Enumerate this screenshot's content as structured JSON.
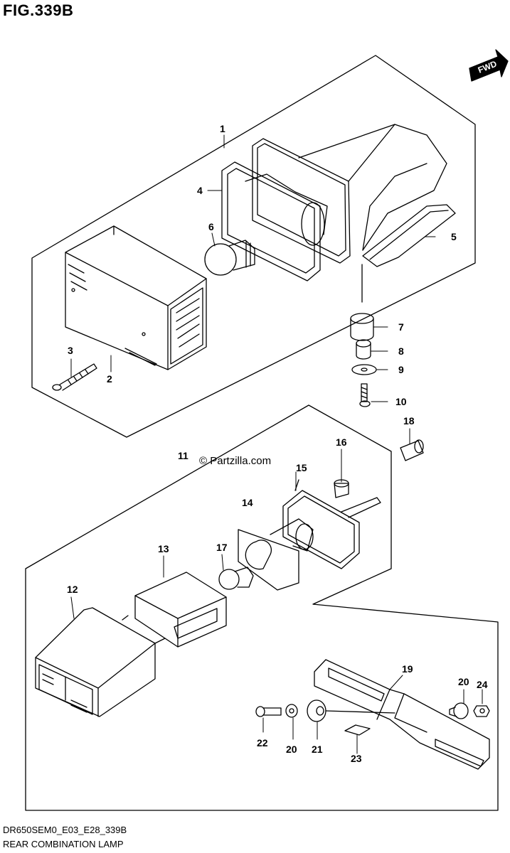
{
  "figure": {
    "title": "FIG.339B"
  },
  "fwd_label": "FWD",
  "watermark": "© Partzilla.com",
  "footer": {
    "code": "DR650SEM0_E03_E28_339B",
    "name": "REAR COMBINATION LAMP"
  },
  "callouts": [
    "1",
    "2",
    "3",
    "4",
    "5",
    "6",
    "7",
    "8",
    "9",
    "10",
    "11",
    "12",
    "13",
    "14",
    "15",
    "16",
    "17",
    "18",
    "19",
    "20",
    "20",
    "21",
    "22",
    "23",
    "24"
  ],
  "colors": {
    "line": "#000000",
    "background": "#ffffff"
  }
}
